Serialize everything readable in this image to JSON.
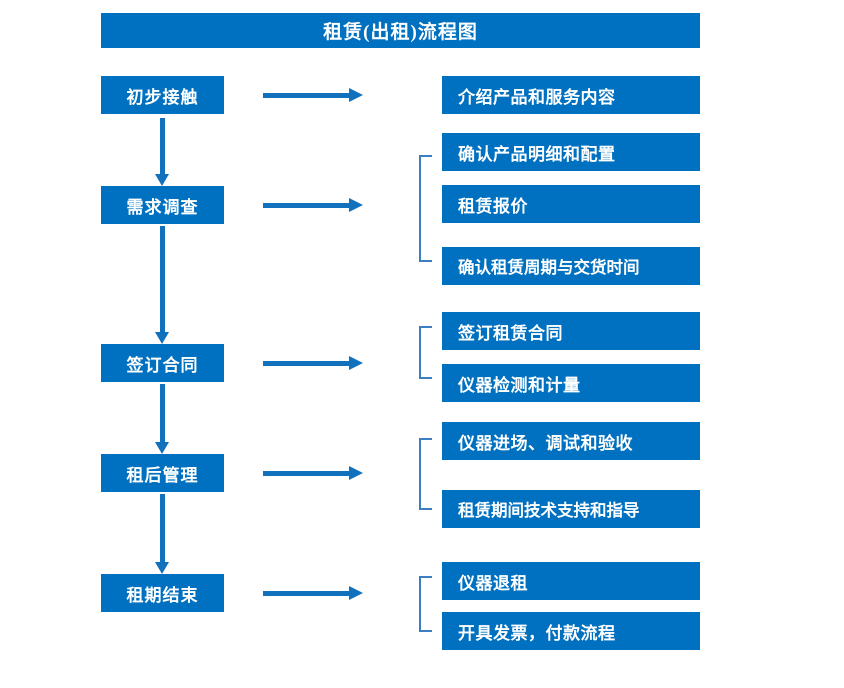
{
  "title": "租赁(出租)流程图",
  "colors": {
    "box_fill": "#0070C0",
    "box_text": "#FFFFFF",
    "arrow": "#1271BD",
    "bracket": "#3B7EC2",
    "background": "#FFFFFF"
  },
  "stages": [
    {
      "label": "初步接触"
    },
    {
      "label": "需求调查"
    },
    {
      "label": "签订合同"
    },
    {
      "label": "租后管理"
    },
    {
      "label": "租期结束"
    }
  ],
  "details": [
    {
      "label": "介绍产品和服务内容"
    },
    {
      "label": "确认产品明细和配置"
    },
    {
      "label": "租赁报价"
    },
    {
      "label": "确认租赁周期与交货时间"
    },
    {
      "label": "签订租赁合同"
    },
    {
      "label": "仪器检测和计量"
    },
    {
      "label": "仪器进场、调试和验收"
    },
    {
      "label": "租赁期间技术支持和指导"
    },
    {
      "label": "仪器退租"
    },
    {
      "label": "开具发票，付款流程"
    }
  ],
  "chart_data": {
    "type": "diagram",
    "title": "租赁(出租)流程图",
    "diagram_kind": "flowchart",
    "orientation": "vertical-with-branches",
    "nodes": [
      {
        "id": "s1",
        "label": "初步接触",
        "column": "stage"
      },
      {
        "id": "s2",
        "label": "需求调查",
        "column": "stage"
      },
      {
        "id": "s3",
        "label": "签订合同",
        "column": "stage"
      },
      {
        "id": "s4",
        "label": "租后管理",
        "column": "stage"
      },
      {
        "id": "s5",
        "label": "租期结束",
        "column": "stage"
      },
      {
        "id": "d1",
        "label": "介绍产品和服务内容",
        "column": "detail"
      },
      {
        "id": "d2",
        "label": "确认产品明细和配置",
        "column": "detail"
      },
      {
        "id": "d3",
        "label": "租赁报价",
        "column": "detail"
      },
      {
        "id": "d4",
        "label": "确认租赁周期与交货时间",
        "column": "detail"
      },
      {
        "id": "d5",
        "label": "签订租赁合同",
        "column": "detail"
      },
      {
        "id": "d6",
        "label": "仪器检测和计量",
        "column": "detail"
      },
      {
        "id": "d7",
        "label": "仪器进场、调试和验收",
        "column": "detail"
      },
      {
        "id": "d8",
        "label": "租赁期间技术支持和指导",
        "column": "detail"
      },
      {
        "id": "d9",
        "label": "仪器退租",
        "column": "detail"
      },
      {
        "id": "d10",
        "label": "开具发票，付款流程",
        "column": "detail"
      }
    ],
    "edges": [
      {
        "from": "s1",
        "to": "s2",
        "kind": "arrow-down"
      },
      {
        "from": "s2",
        "to": "s3",
        "kind": "arrow-down"
      },
      {
        "from": "s3",
        "to": "s4",
        "kind": "arrow-down"
      },
      {
        "from": "s4",
        "to": "s5",
        "kind": "arrow-down"
      },
      {
        "from": "s1",
        "to": [
          "d1"
        ],
        "kind": "arrow-right"
      },
      {
        "from": "s2",
        "to": [
          "d2",
          "d3",
          "d4"
        ],
        "kind": "arrow-right-bracket"
      },
      {
        "from": "s3",
        "to": [
          "d5",
          "d6"
        ],
        "kind": "arrow-right-bracket"
      },
      {
        "from": "s4",
        "to": [
          "d7",
          "d8"
        ],
        "kind": "arrow-right-bracket"
      },
      {
        "from": "s5",
        "to": [
          "d9",
          "d10"
        ],
        "kind": "arrow-right-bracket"
      }
    ]
  }
}
